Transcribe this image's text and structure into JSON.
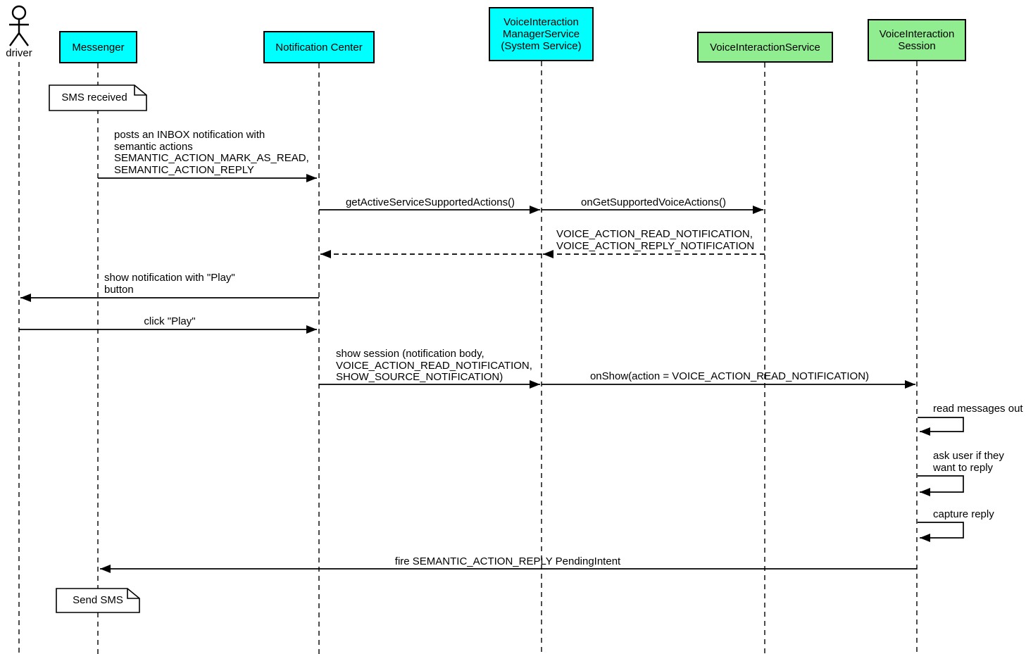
{
  "colors": {
    "participant_fill_cyan": "#00ffff",
    "participant_fill_green": "#90ee90",
    "line": "#000000",
    "background": "#ffffff"
  },
  "actor": {
    "label": "driver"
  },
  "participants": [
    {
      "label": "Messenger",
      "fill": "#00ffff"
    },
    {
      "label": "Notification Center",
      "fill": "#00ffff"
    },
    {
      "label": "VoiceInteraction\nManagerService\n(System Service)",
      "fill": "#00ffff"
    },
    {
      "label": "VoiceInteractionService",
      "fill": "#90ee90"
    },
    {
      "label": "VoiceInteraction\nSession",
      "fill": "#90ee90"
    }
  ],
  "notes": [
    {
      "text": "SMS received",
      "attached_to": "Messenger"
    },
    {
      "text": "Send SMS",
      "attached_to": "Messenger"
    }
  ],
  "messages": [
    {
      "from": "Messenger",
      "to": "Notification Center",
      "style": "solid",
      "label": "posts an INBOX notification with\nsemantic actions\nSEMANTIC_ACTION_MARK_AS_READ,\nSEMANTIC_ACTION_REPLY"
    },
    {
      "from": "Notification Center",
      "to": "VoiceInteraction ManagerService (System Service)",
      "style": "solid",
      "label": "getActiveServiceSupportedActions()"
    },
    {
      "from": "VoiceInteraction ManagerService (System Service)",
      "to": "VoiceInteractionService",
      "style": "solid",
      "label": "onGetSupportedVoiceActions()"
    },
    {
      "from": "VoiceInteractionService",
      "to": "Notification Center",
      "style": "dashed-return",
      "label": "VOICE_ACTION_READ_NOTIFICATION,\nVOICE_ACTION_REPLY_NOTIFICATION"
    },
    {
      "from": "Notification Center",
      "to": "driver",
      "style": "solid",
      "label": "show notification with \"Play\"\nbutton"
    },
    {
      "from": "driver",
      "to": "Notification Center",
      "style": "solid",
      "label": "click \"Play\""
    },
    {
      "from": "Notification Center",
      "to": "VoiceInteraction ManagerService (System Service)",
      "style": "solid",
      "label": "show session (notification body,\nVOICE_ACTION_READ_NOTIFICATION,\nSHOW_SOURCE_NOTIFICATION)"
    },
    {
      "from": "VoiceInteraction ManagerService (System Service)",
      "to": "VoiceInteraction Session",
      "style": "solid",
      "label": "onShow(action = VOICE_ACTION_READ_NOTIFICATION)"
    },
    {
      "from": "VoiceInteraction Session",
      "to": "VoiceInteraction Session",
      "style": "self",
      "label": "read messages out"
    },
    {
      "from": "VoiceInteraction Session",
      "to": "VoiceInteraction Session",
      "style": "self",
      "label": "ask user if they\nwant to reply"
    },
    {
      "from": "VoiceInteraction Session",
      "to": "VoiceInteraction Session",
      "style": "self",
      "label": "capture reply"
    },
    {
      "from": "VoiceInteraction Session",
      "to": "Messenger",
      "style": "solid",
      "label": "fire SEMANTIC_ACTION_REPLY PendingIntent"
    }
  ]
}
